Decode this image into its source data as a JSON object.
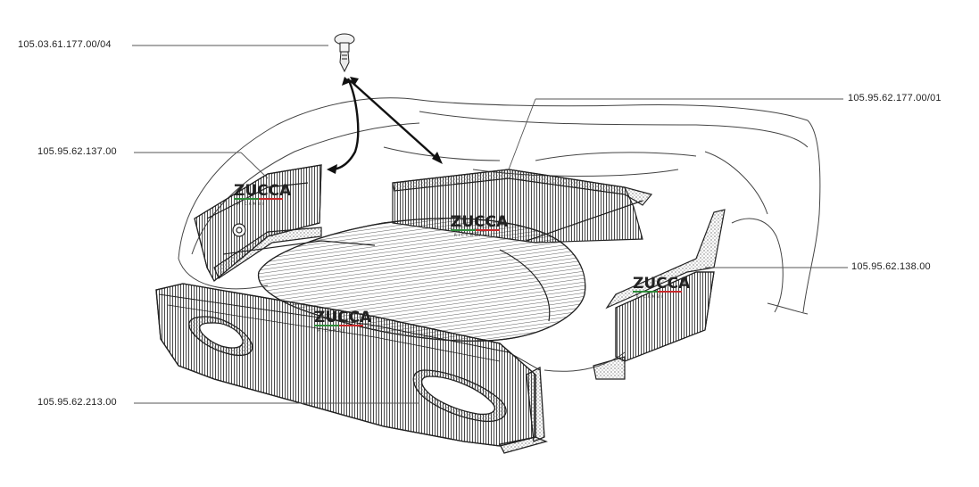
{
  "part_labels": [
    {
      "id": "clip",
      "code": "105.03.61.177.00/04"
    },
    {
      "id": "trunk-mat",
      "code": "105.95.62.177.00/01"
    },
    {
      "id": "left-side-panel",
      "code": "105.95.62.137.00"
    },
    {
      "id": "right-side-panel",
      "code": "105.95.62.138.00"
    },
    {
      "id": "rear-panel",
      "code": "105.95.62.213.00"
    }
  ],
  "watermark": {
    "brand": "ZUCCA",
    "sub": "RICAMBI"
  },
  "colors": {
    "line": "#222222",
    "leader": "#555555",
    "brand_green": "#2e8b3a",
    "brand_red": "#c8282a"
  }
}
